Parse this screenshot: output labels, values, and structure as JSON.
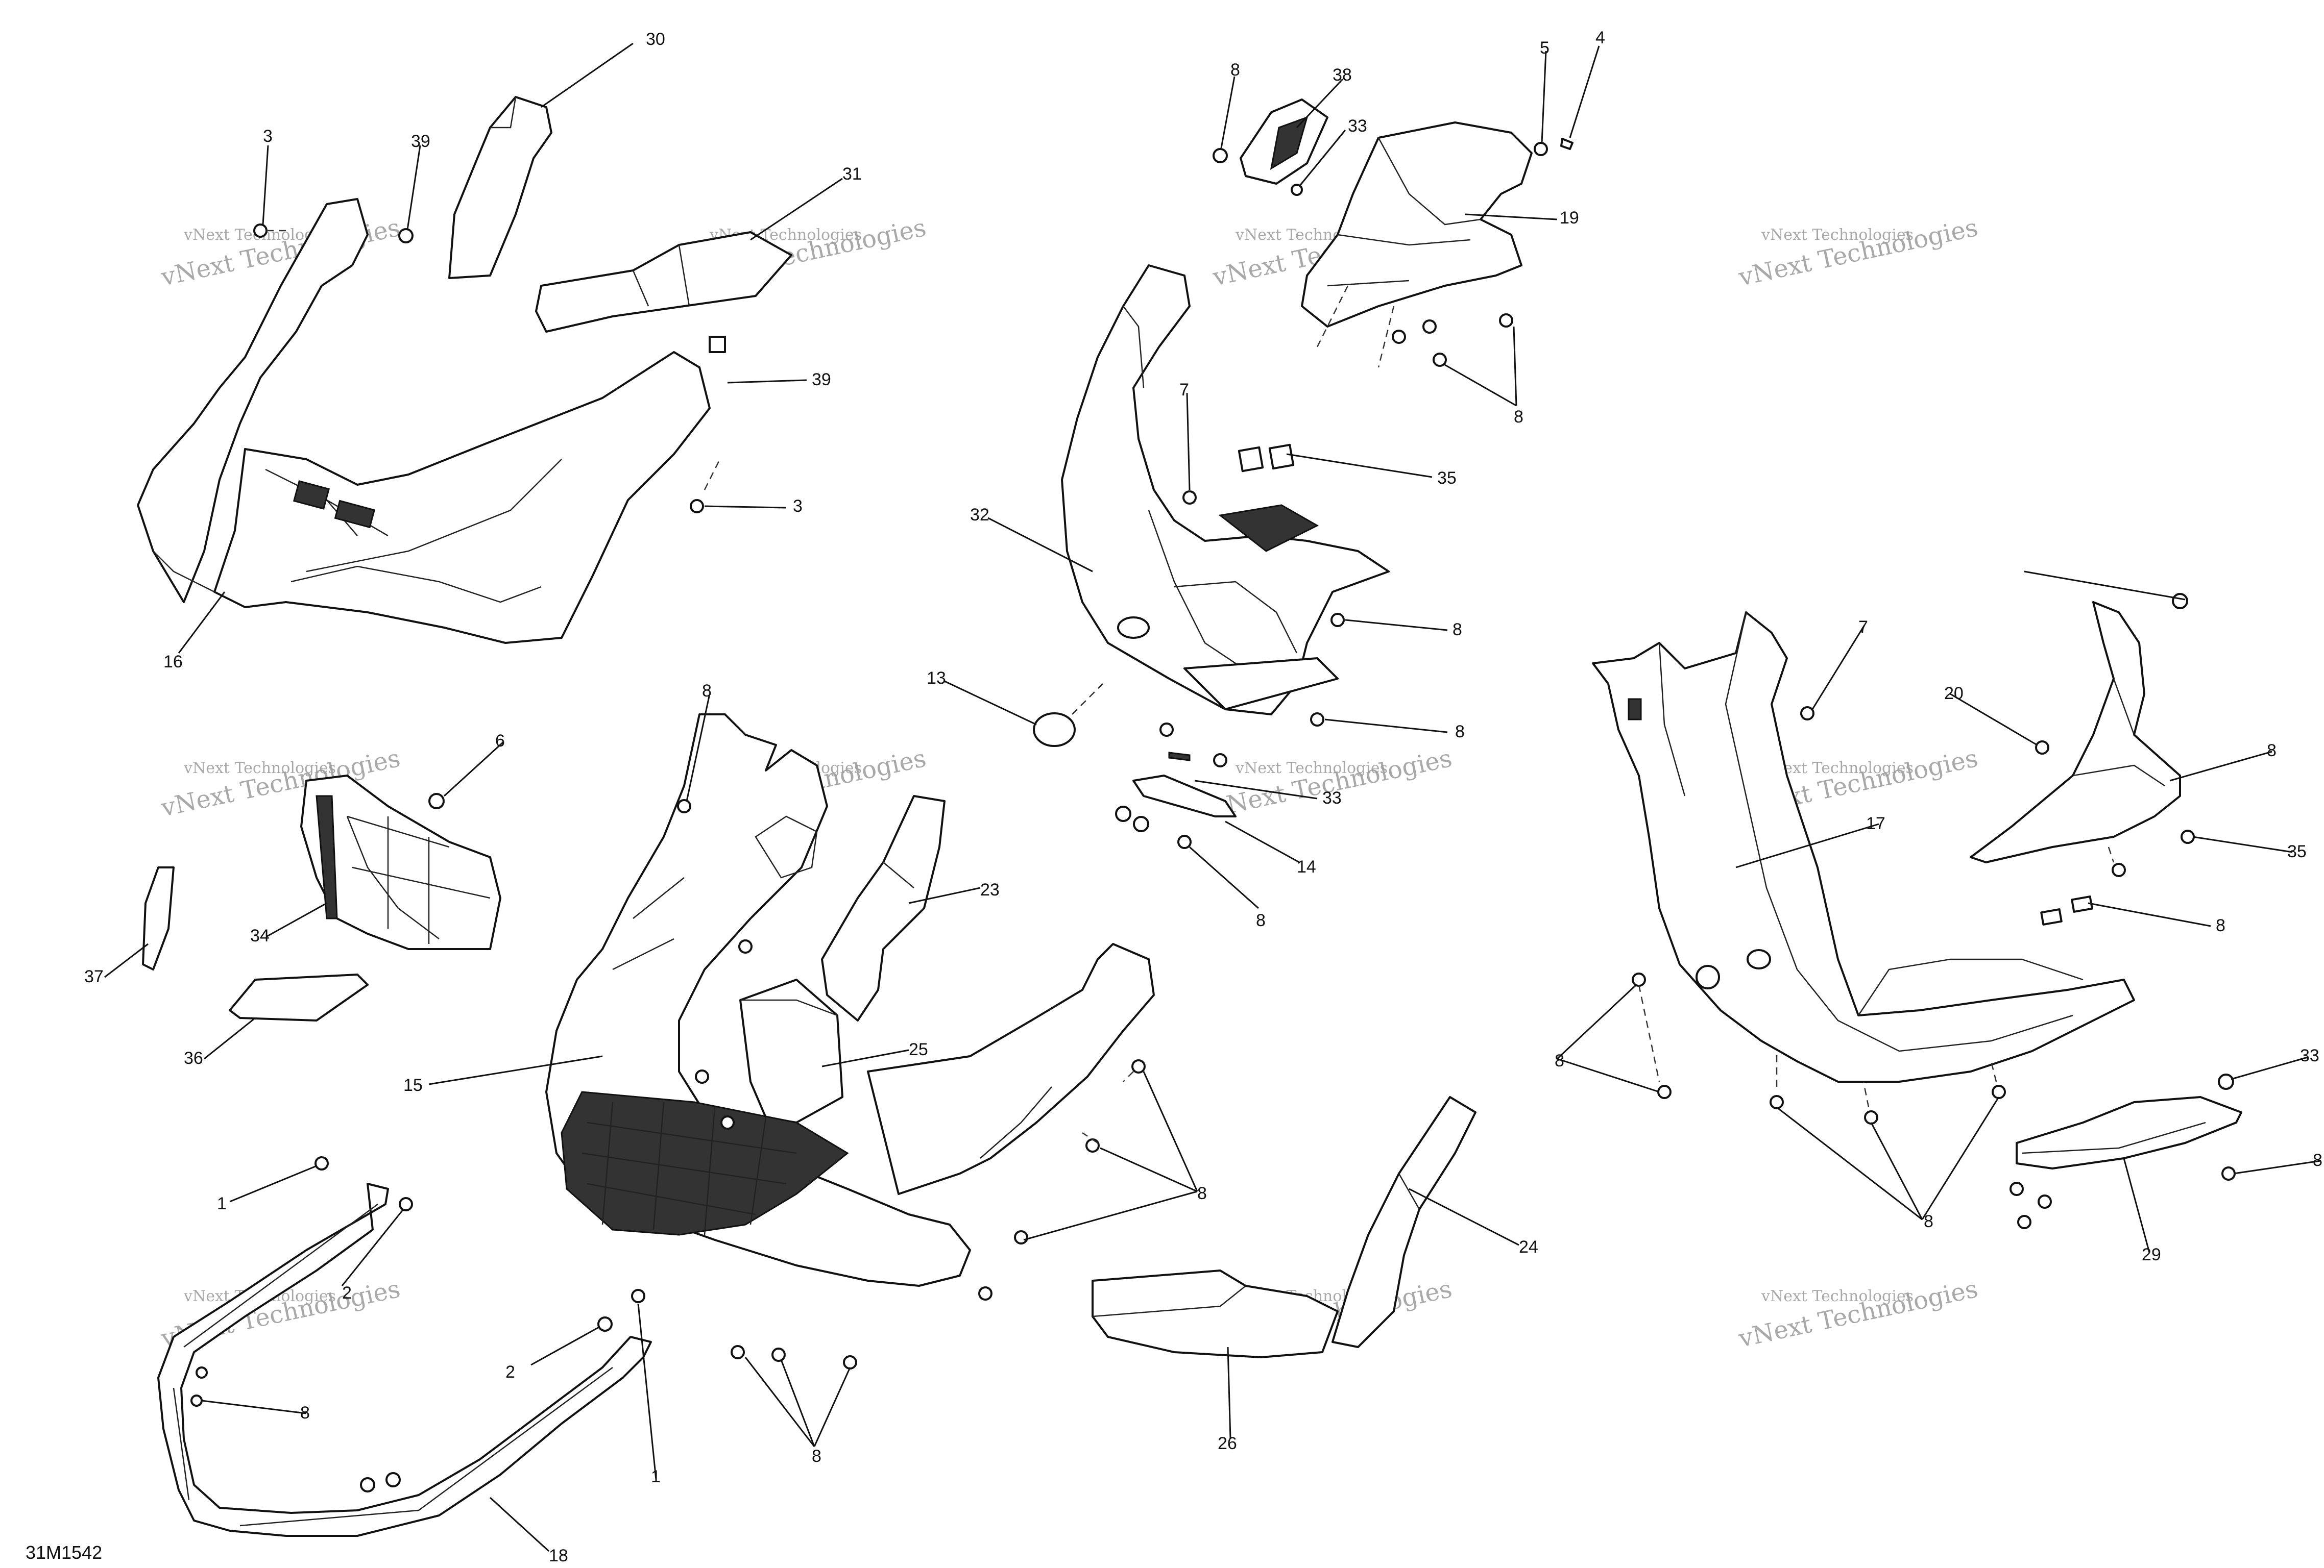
{
  "diagram": {
    "doc_id": "31M1542",
    "watermark": {
      "line1": "vNext Technologies",
      "line2": "vNext Technologies"
    },
    "callouts": [
      "30",
      "3",
      "39",
      "31",
      "39",
      "3",
      "16",
      "8",
      "38",
      "33",
      "5",
      "4",
      "19",
      "8",
      "7",
      "35",
      "32",
      "8",
      "13",
      "8",
      "33",
      "14",
      "8",
      "6",
      "34",
      "37",
      "36",
      "8",
      "23",
      "25",
      "15",
      "8",
      "1",
      "2",
      "8",
      "2",
      "8",
      "1",
      "18",
      "24",
      "26",
      "7",
      "17",
      "8",
      "20",
      "8",
      "35",
      "8",
      "8",
      "33",
      "8",
      "29"
    ]
  }
}
